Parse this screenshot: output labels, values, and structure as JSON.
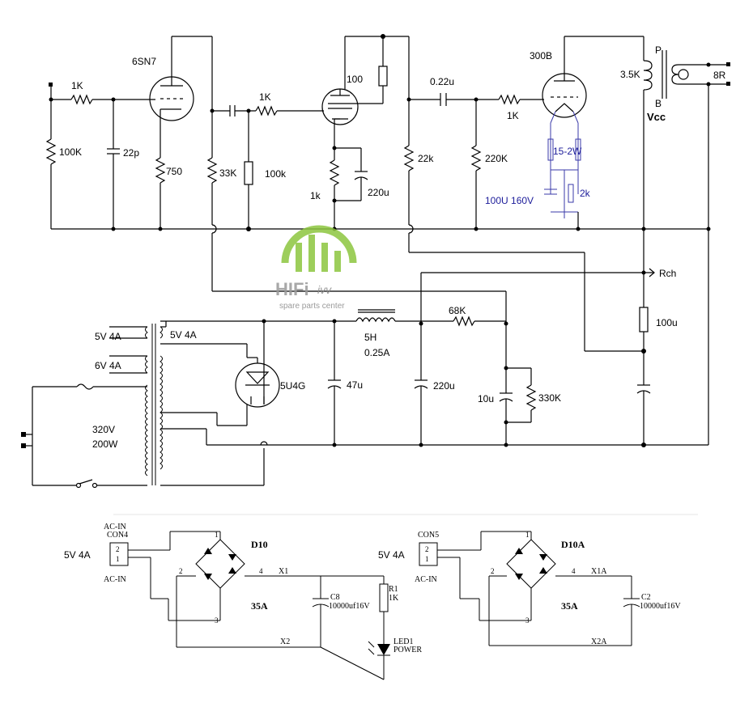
{
  "main": {
    "tube_driver": "6SN7",
    "tube_power": "300B",
    "tube_rect": "5U4G",
    "tube_mid": "100",
    "r_in": "1K",
    "r_grid_leak": "100K",
    "c_in": "22p",
    "r_cathode1": "750",
    "r_plate1": "33K",
    "r_grid2": "1K",
    "r_mid": "100k",
    "r_cathode2": "1k",
    "c_cathode2": "220u",
    "c_couple": "0.22u",
    "r_plate2": "22k",
    "r_grid3_leak": "220K",
    "r_grid3": "1K",
    "r_bias": "15-2W",
    "c_bias": "100U 160V",
    "r_bias2": "2k",
    "ot_primary": "3.5K",
    "ot_p": "P",
    "ot_b": "B",
    "vcc": "Vcc",
    "speaker": "8R",
    "rch": "Rch",
    "r_100u": "100u",
    "tr_5v_a": "5V 4A",
    "tr_5v_b": "5V 4A",
    "tr_6v": "6V 4A",
    "tr_320v": "320V",
    "tr_200w": "200W",
    "c_filter1": "47u",
    "choke": "5H",
    "choke_current": "0.25A",
    "r_drop": "68K",
    "c_filter2": "220u",
    "c_filter3": "10u",
    "r_bleed": "330K"
  },
  "watermark": {
    "brand": "HIFi",
    "brand_suffix": "ivv",
    "tag": "spare parts center"
  },
  "psu_left": {
    "side_label": "5V 4A",
    "ac_top": "AC-IN",
    "con": "CON4",
    "ac_bottom": "AC-IN",
    "pin2": "2",
    "pin1": "1",
    "bridge": "D10",
    "current": "35A",
    "node2": "2",
    "node4": "4",
    "node_top": "1",
    "node_bot": "3",
    "net_x1": "X1",
    "net_x2": "X2",
    "cap_ref": "C8",
    "cap_val": "10000uf16V",
    "res_ref": "R1",
    "res_val": "1K",
    "led_ref": "LED1",
    "led_val": "POWER"
  },
  "psu_right": {
    "side_label": "5V 4A",
    "con": "CON5",
    "ac_bottom": "AC-IN",
    "pin2": "2",
    "pin1": "1",
    "bridge": "D10A",
    "current": "35A",
    "node2": "2",
    "node4": "4",
    "node_top": "1",
    "node_bot": "3",
    "net_x1": "X1A",
    "net_x2": "X2A",
    "cap_ref": "C2",
    "cap_val": "10000uf16V"
  }
}
